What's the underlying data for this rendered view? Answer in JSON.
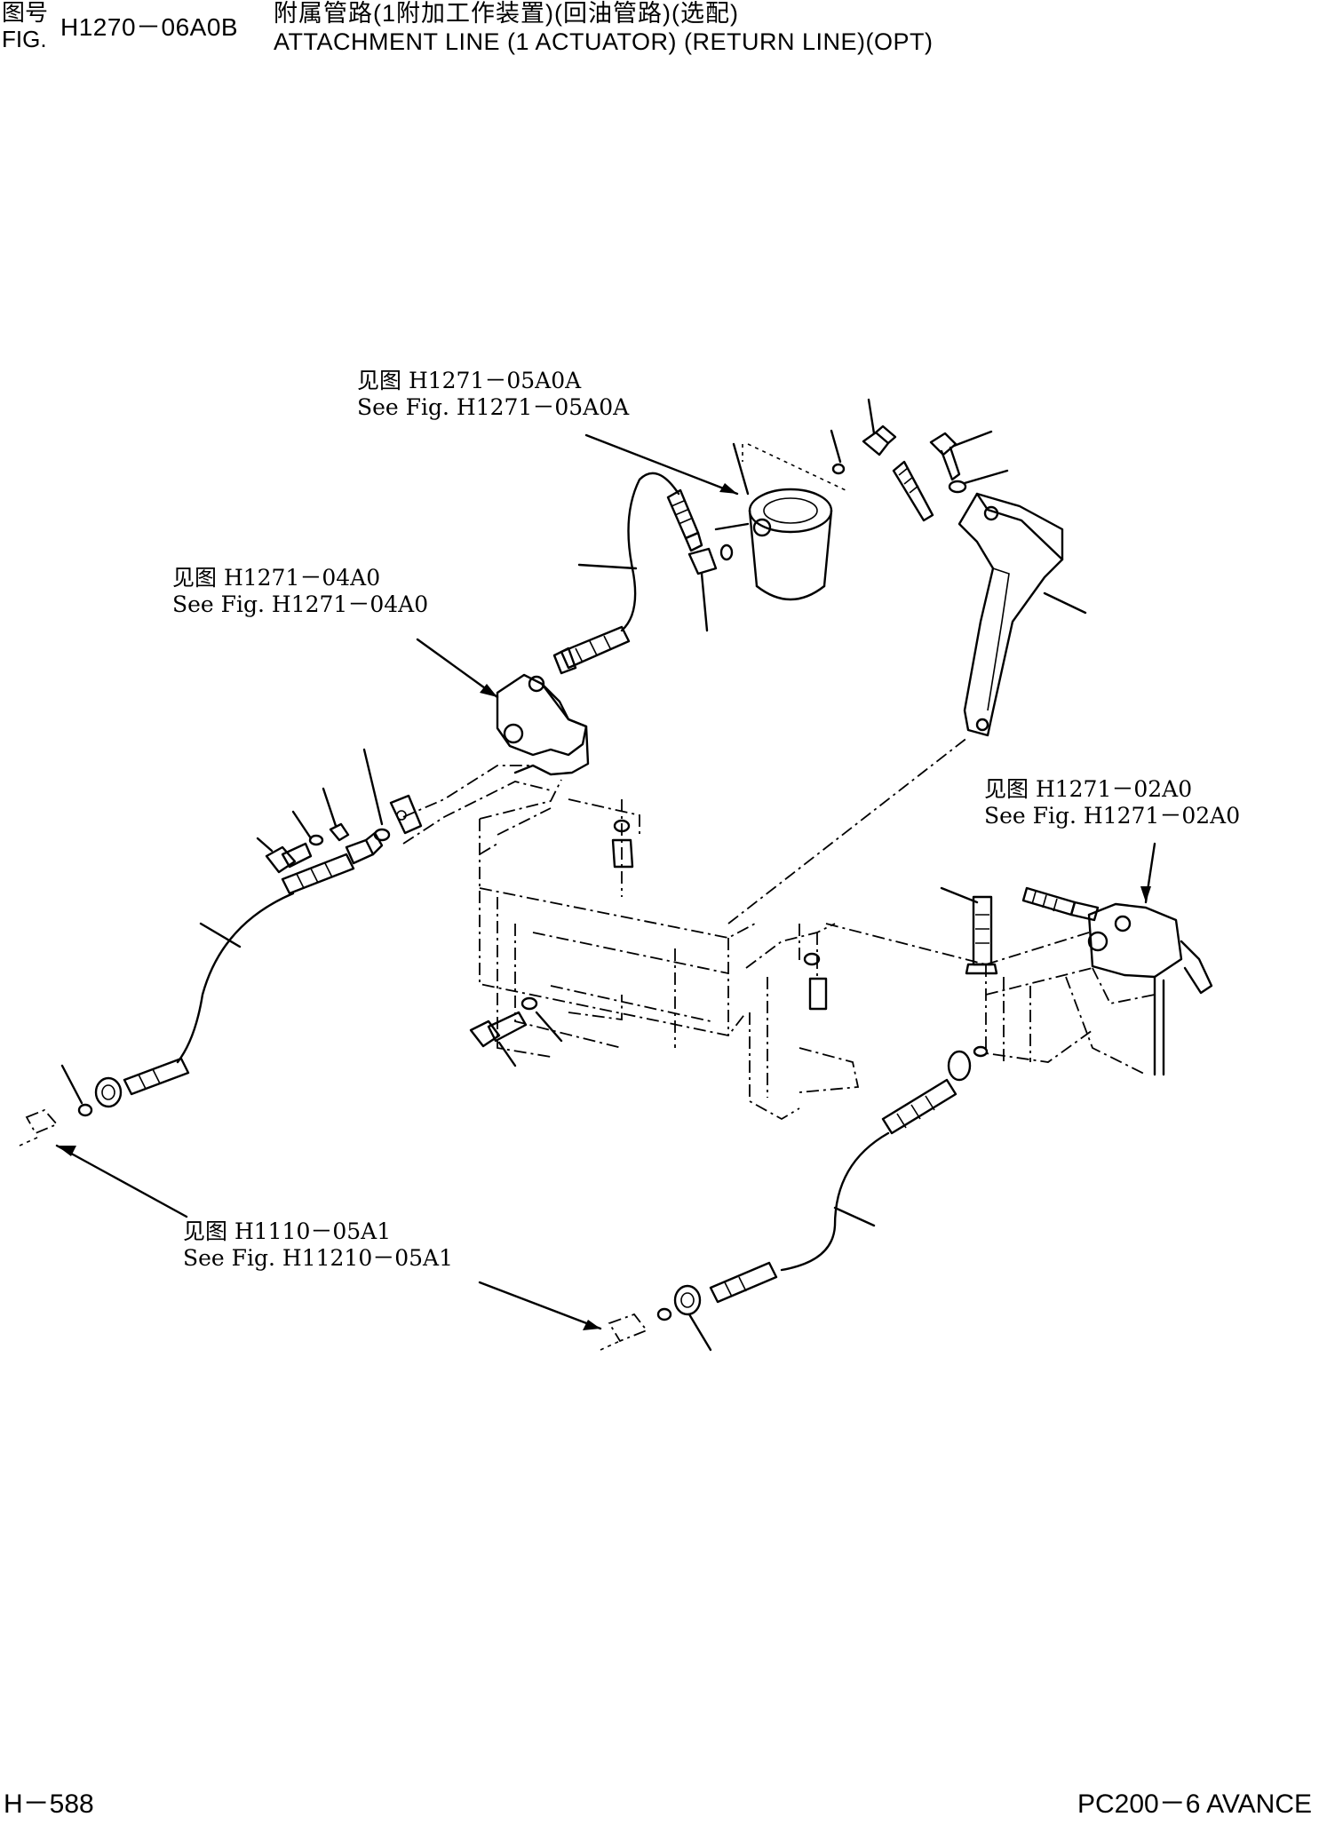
{
  "header": {
    "fig_label_cn": "图号",
    "fig_label_en": "FIG.",
    "fig_code": "H1270－06A0B",
    "title_cn": "附属管路(1附加工作装置)(回油管路)(选配)",
    "title_en": "ATTACHMENT LINE (1 ACTUATOR) (RETURN LINE)(OPT)"
  },
  "callouts": [
    {
      "cn": "见图 H1271－05A0A",
      "en": "See Fig. H1271－05A0A"
    },
    {
      "cn": "见图 H1271－04A0",
      "en": "See Fig. H1271－04A0"
    },
    {
      "cn": "见图 H1271－02A0",
      "en": "See Fig. H1271－02A0"
    },
    {
      "cn": "见图 H1110－05A1",
      "en": "See Fig. H11210－05A1"
    }
  ],
  "footer": {
    "page": "H－588",
    "model": "PC200－6 AVANCE"
  }
}
